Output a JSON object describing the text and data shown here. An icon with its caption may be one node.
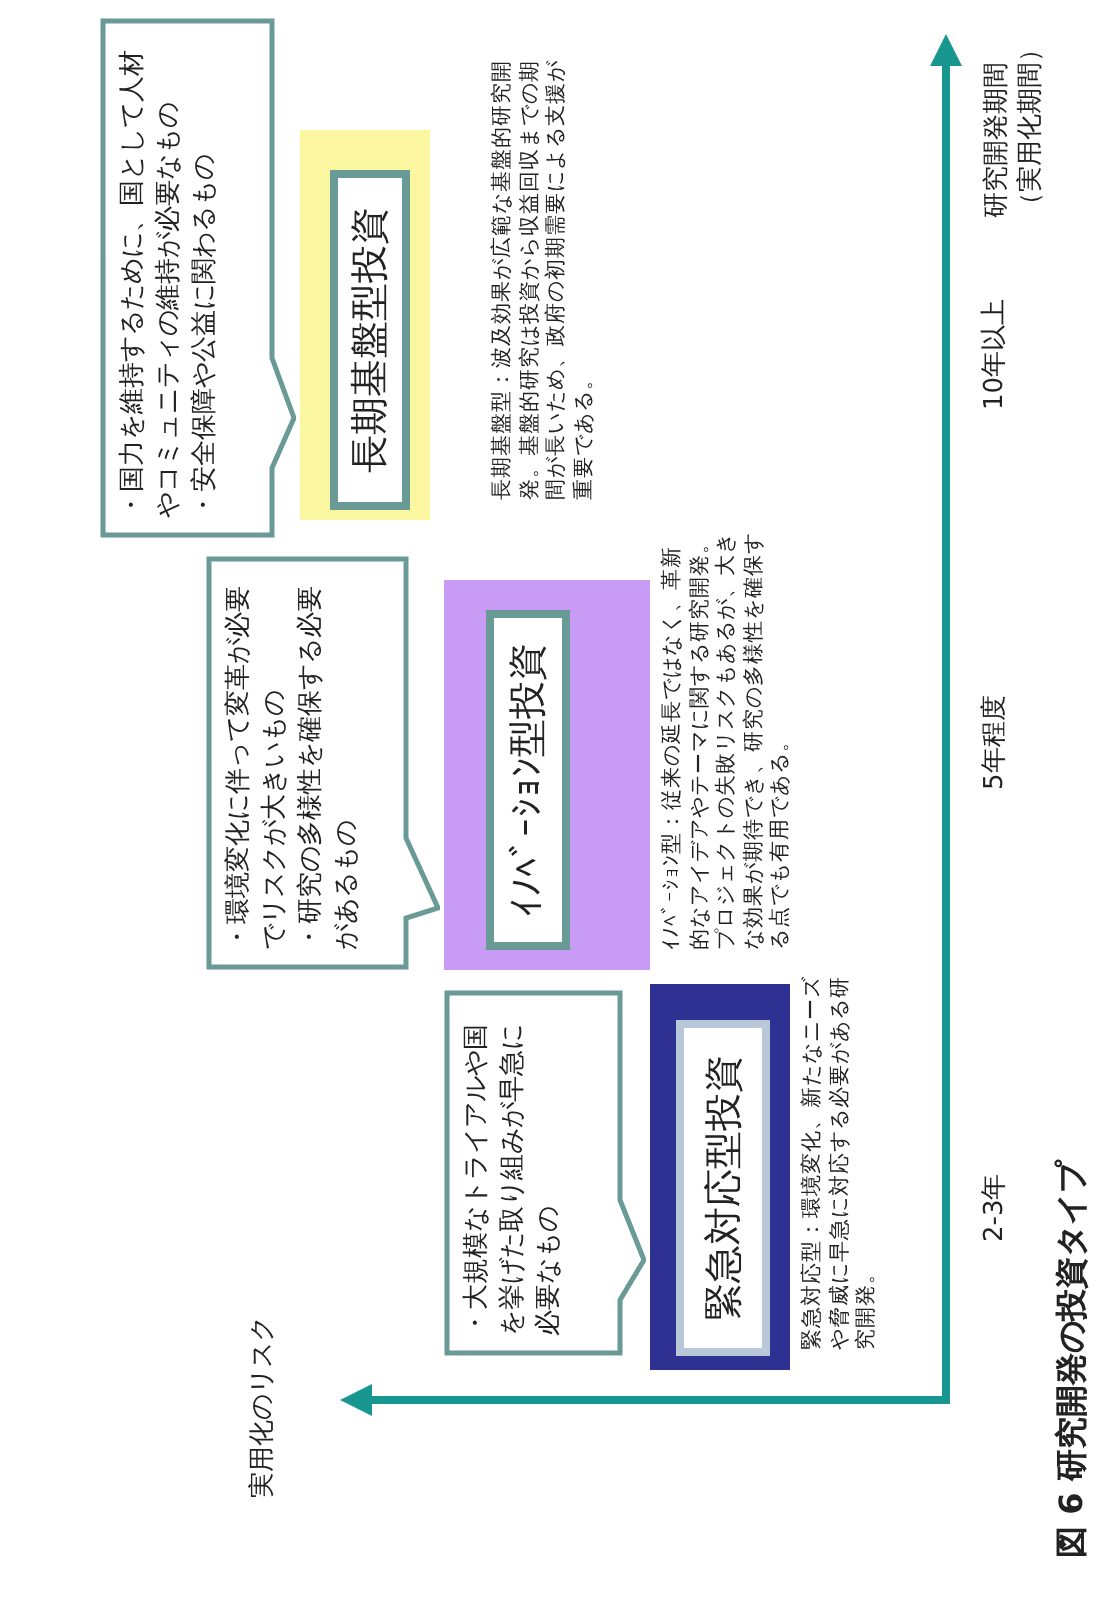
{
  "diagram": {
    "caption": "図 6 研究開発の投資タイプ",
    "nodes": [
      {
        "text": [
          "・大規模なトライアルや国を挙げた取り組みが早急に必要なもの"
        ]
      },
      {
        "text": [],
        "shape": "box",
        "beside": [
          "緊急対応型：環境変化、新たなニーズや脅威に早急に対応する必要がある研究開発。"
        ]
      },
      {
        "text": [
          "緊急対応型投資"
        ],
        "in": 1
      },
      {
        "text": [
          "・環境変化に伴って変革が必要でリスクが大きいもの",
          "・研究の多様性を確保する必要があるもの"
        ]
      },
      {
        "text": [],
        "shape": "box",
        "beside": [
          "ｲﾉﾍﾞｰｼｮﾝ型：従来の延長ではなく、革新的なアイデアやテーマに関する研究開発。プロジェクトの失敗リスクもあるが、大きな効果が期待でき、研究の多様性を確保する点でも有用である。"
        ]
      },
      {
        "text": [
          "ｲﾉﾍﾞｰｼｮﾝ型投資"
        ],
        "in": 4
      },
      {
        "text": [
          "・国力を維持するために、国として人材やコミュニティの維持が必要なもの",
          "・安全保障や公益に関わるもの"
        ]
      },
      {
        "text": [],
        "shape": "box",
        "beside": [
          "長期基盤型：波及効果が広範な基盤的研究開発。基盤的研究は投資から収益回収までの期間が長いため、政府の初期需要による支援が重要である。"
        ]
      },
      {
        "text": [
          "長期基盤型投資"
        ],
        "in": 7
      }
    ],
    "labels": [
      "実用化のリスク",
      "2-3年",
      "5年程度",
      "10年以上",
      "研究開発期間（実用化期間）"
    ]
  }
}
